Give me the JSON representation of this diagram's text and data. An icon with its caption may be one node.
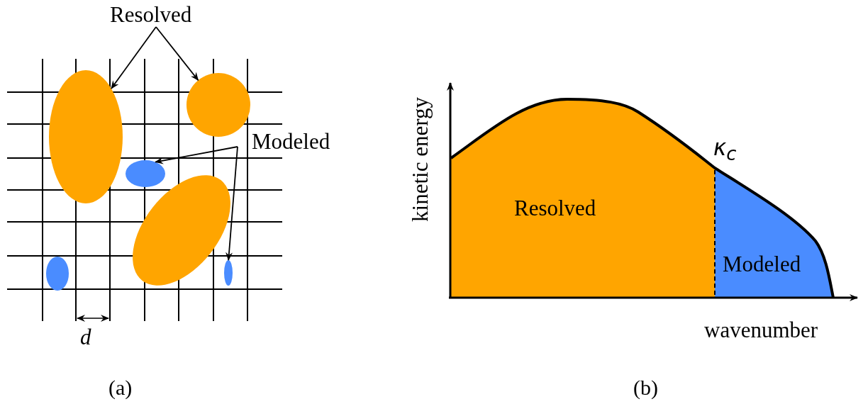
{
  "diagram": {
    "nodes": [
      {
        "text": [
          "Resolved"
        ]
      },
      {
        "text": [],
        "shape": "ellipse"
      },
      {
        "text": [],
        "shape": "circle"
      },
      {
        "text": [
          "Modeled"
        ]
      },
      {
        "text": [],
        "shape": "ellipse"
      },
      {
        "text": [],
        "shape": "ellipse"
      },
      {
        "text": [],
        "shape": "ellipse"
      },
      {
        "text": [],
        "shape": "ellipse"
      }
    ],
    "edges": [
      {
        "from": 0,
        "to": 1,
        "arrow": "to"
      },
      {
        "from": 0,
        "to": 2,
        "arrow": "to"
      },
      {
        "from": 3,
        "to": 4,
        "arrow": "to"
      },
      {
        "from": 3,
        "to": 7,
        "arrow": "to"
      }
    ],
    "labels": [
      "d",
      "(a)",
      "kinetic energy",
      "κ$_{c}$",
      "Resolved",
      "Modeled",
      "wavenumber",
      "(b)"
    ]
  }
}
